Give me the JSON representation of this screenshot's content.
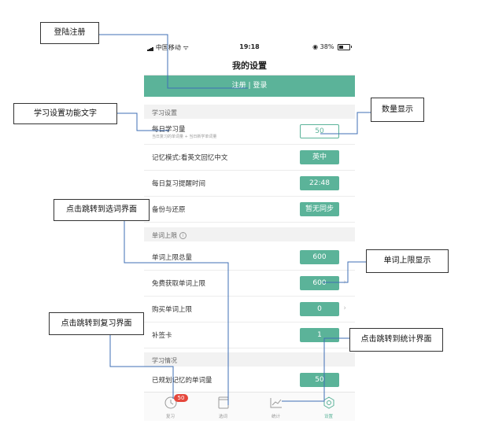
{
  "status_bar": {
    "carrier": "中国移动",
    "time": "19:18",
    "battery": "38%"
  },
  "nav": {
    "title": "我的设置"
  },
  "banner": {
    "register": "注册",
    "separator": "|",
    "login": "登录"
  },
  "study_settings": {
    "header": "学习设置",
    "rows": [
      {
        "label": "每日学习量",
        "sub": "当日复习的单词量 + 当日新学单词量",
        "value": "50",
        "style": "outline"
      },
      {
        "label": "记忆模式:看英文回忆中文",
        "value": "英中",
        "style": "filled"
      },
      {
        "label": "每日复习提醒时间",
        "value": "22:48",
        "style": "filled"
      },
      {
        "label": "备份与还原",
        "value": "暂无同步",
        "style": "filled"
      }
    ]
  },
  "word_limit": {
    "header": "单词上限",
    "rows": [
      {
        "label": "单词上限总量",
        "value": "600"
      },
      {
        "label": "免费获取单词上限",
        "value": "600"
      },
      {
        "label": "购买单词上限",
        "value": "0"
      },
      {
        "label": "补签卡",
        "value": "1"
      }
    ]
  },
  "study_status": {
    "header": "学习情况",
    "rows": [
      {
        "label": "已规划记忆的单词量",
        "value": "50"
      }
    ]
  },
  "tabbar": {
    "badge": "50",
    "tabs": [
      {
        "label": "复习",
        "icon": "review-clock-icon"
      },
      {
        "label": "选词",
        "icon": "word-select-icon"
      },
      {
        "label": "统计",
        "icon": "statistics-chart-icon"
      },
      {
        "label": "设置",
        "icon": "settings-gear-icon"
      }
    ]
  },
  "annotations": {
    "login_register": "登陆注册",
    "study_settings_text": "学习设置功能文字",
    "quantity_display": "数量显示",
    "jump_word_select": "点击跳转到选词界面",
    "word_limit_display": "单词上限显示",
    "jump_review": "点击跳转到复习界面",
    "jump_statistics": "点击跳转到统计界面"
  },
  "colors": {
    "accent": "#5bb399",
    "badge": "#e5473c",
    "connector": "#3f6fb5"
  }
}
